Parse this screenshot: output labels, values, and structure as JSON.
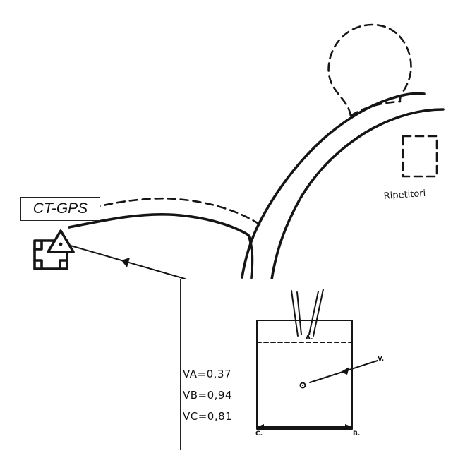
{
  "map": {
    "station_label": "CT-GPS",
    "repeater_label": "Ripetitori"
  },
  "inset": {
    "readings": [
      {
        "text": "VA=0,37"
      },
      {
        "text": "VB=0,94"
      },
      {
        "text": "VC=0,81"
      }
    ],
    "point_labels": {
      "a": "A.",
      "b": "B.",
      "c": "C.",
      "v": "V."
    }
  }
}
